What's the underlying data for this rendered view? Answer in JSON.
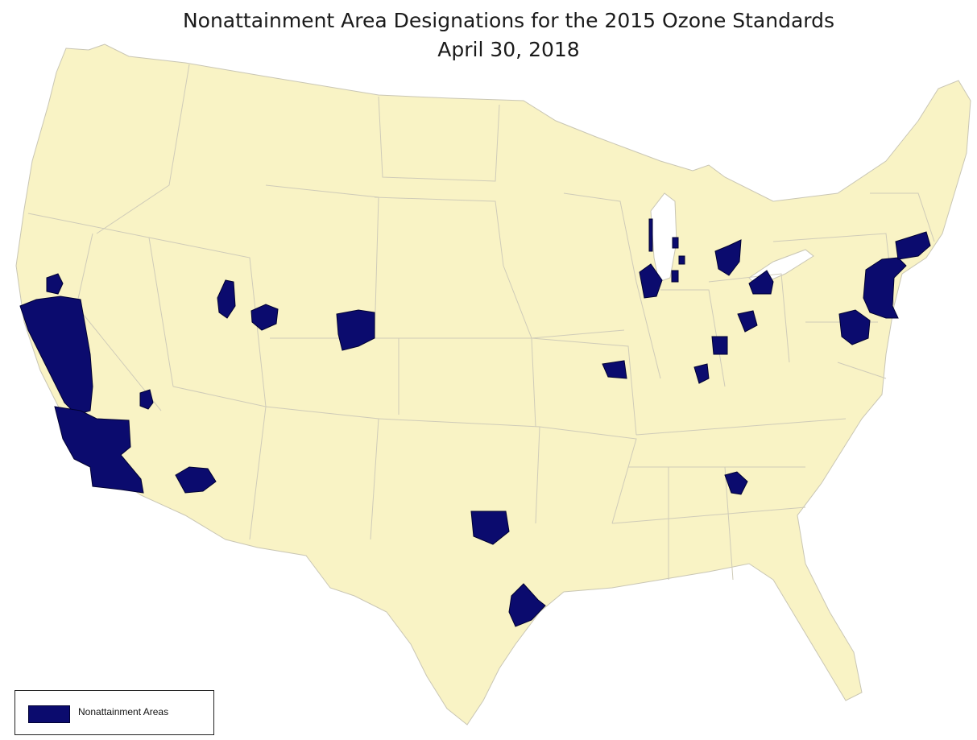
{
  "map": {
    "title_line1": "Nonattainment Area Designations for the 2015 Ozone Standards",
    "title_line2": "April 30, 2018",
    "colors": {
      "land": "#f9f3c5",
      "borders": "#cfcbb8",
      "nonattainment": "#0b0b6e",
      "background": "#ffffff"
    },
    "legend": {
      "items": [
        {
          "label": "Nonattainment Areas",
          "color": "#0b0b6e"
        }
      ]
    }
  }
}
